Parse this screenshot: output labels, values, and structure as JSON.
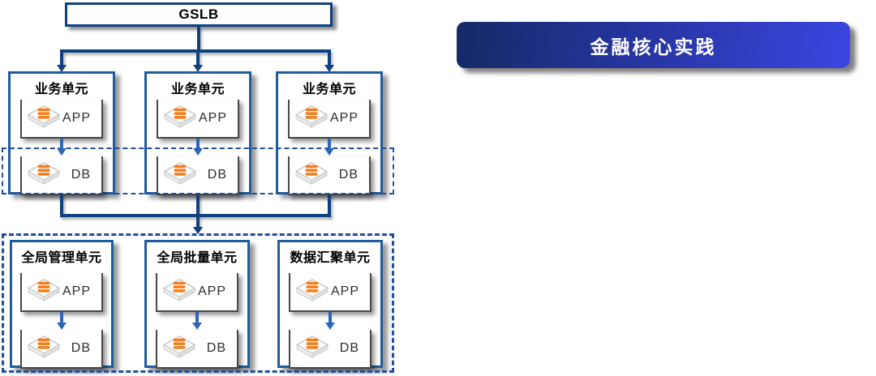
{
  "banner": {
    "title": "金融核心实践"
  },
  "diagram": {
    "gslb": {
      "label": "GSLB"
    },
    "business_units": [
      {
        "title": "业务单元",
        "app_label": "APP",
        "db_label": "DB"
      },
      {
        "title": "业务单元",
        "app_label": "APP",
        "db_label": "DB"
      },
      {
        "title": "业务单元",
        "app_label": "APP",
        "db_label": "DB"
      }
    ],
    "global_units": [
      {
        "title": "全局管理单元",
        "app_label": "APP",
        "db_label": "DB"
      },
      {
        "title": "全局批量单元",
        "app_label": "APP",
        "db_label": "DB"
      },
      {
        "title": "数据汇聚单元",
        "app_label": "APP",
        "db_label": "DB"
      }
    ],
    "icons": {
      "node_icon": "server-stack-icon"
    }
  },
  "colors": {
    "background": "#ffffff",
    "connector": "#0e4180",
    "unit_border": "#1e5c9e",
    "dashed_border": "#1d4f9b",
    "flow_arrow": "#2b66b8",
    "node_border": "#474747",
    "icon_orange": "#f87b17",
    "banner_start": "#152a66",
    "banner_end": "#3a46e0",
    "banner_text": "#ffffff",
    "title_text": "#000000",
    "node_text": "#2d2d2d"
  }
}
